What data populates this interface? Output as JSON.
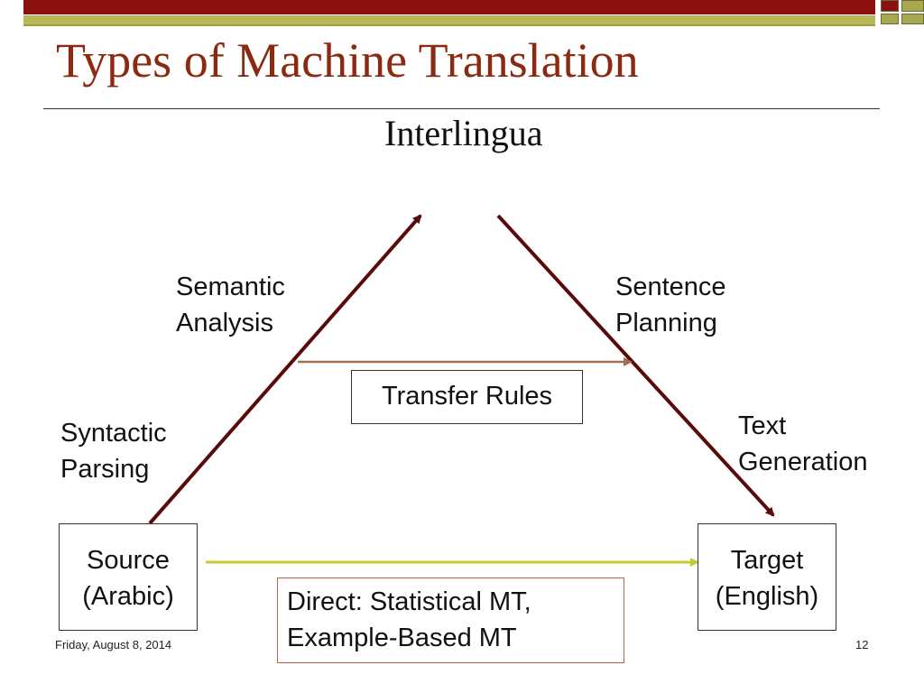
{
  "slide": {
    "title": "Types of Machine Translation",
    "apex_label": "Interlingua",
    "footer_date": "Friday, August 8, 2014",
    "page_number": "12"
  },
  "labels": {
    "semantic_analysis": [
      "Semantic",
      "Analysis"
    ],
    "syntactic_parsing": [
      "Syntactic",
      "Parsing"
    ],
    "sentence_planning": [
      "Sentence",
      "Planning"
    ],
    "text_generation": [
      "Text",
      "Generation"
    ]
  },
  "boxes": {
    "source": [
      "Source",
      "(Arabic)"
    ],
    "target": [
      "Target",
      "(English)"
    ],
    "transfer": "Transfer Rules",
    "direct": [
      "Direct: Statistical MT,",
      "Example-Based MT"
    ]
  },
  "colors": {
    "title": "#8b2a10",
    "top_bar": "#8b1010",
    "accent_olive": "#b8b85a",
    "analysis_arrow": "#5a0a0a",
    "transfer_arrow": "#a07050",
    "direct_arrow": "#c8c830",
    "direct_box_border": "#c0604a"
  }
}
